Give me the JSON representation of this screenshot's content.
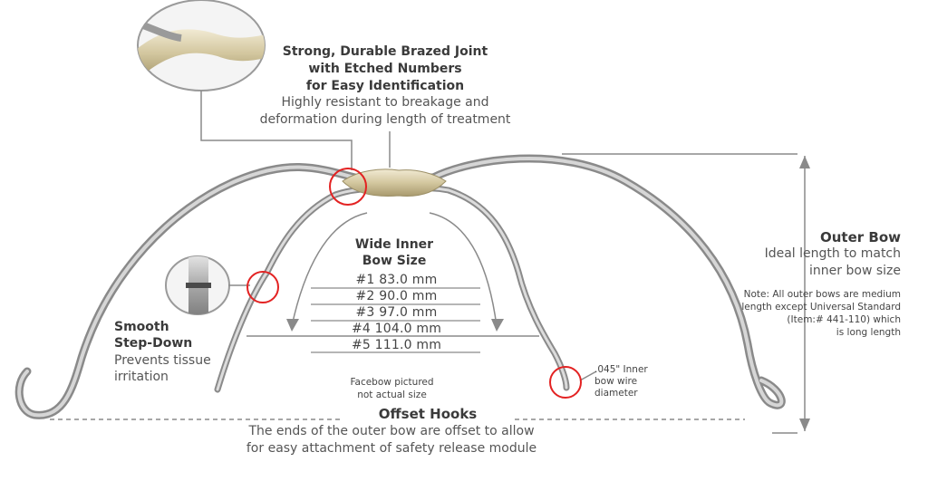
{
  "brazed_joint": {
    "title_lines": [
      "Strong, Durable Brazed Joint",
      "with Etched Numbers",
      "for Easy Identification"
    ],
    "desc_lines": [
      "Highly resistant to breakage and",
      "deformation during length of treatment"
    ]
  },
  "outer_bow": {
    "title": "Outer Bow",
    "desc_lines": [
      "Ideal length to match",
      "inner bow size"
    ],
    "note_lines": [
      "Note: All outer bows are medium",
      "length except Universal Standard",
      "(Item:# 441-110) which",
      "is long length"
    ]
  },
  "inner_bow": {
    "title_lines": [
      "Wide Inner",
      "Bow Size"
    ],
    "sizes": [
      "#1   83.0 mm",
      "#2   90.0 mm",
      "#3   97.0 mm",
      "#4  104.0 mm",
      "#5  111.0 mm"
    ]
  },
  "step_down": {
    "title_lines": [
      "Smooth",
      "Step-Down"
    ],
    "desc_lines": [
      "Prevents tissue",
      "irritation"
    ]
  },
  "facebow_note": [
    "Facebow pictured",
    "not actual size"
  ],
  "wire_note": [
    ".045\" Inner",
    "bow wire",
    "diameter"
  ],
  "offset_hooks": {
    "title": "Offset Hooks",
    "desc_lines": [
      "The ends of the outer bow are offset to allow",
      "for easy attachment of safety release module"
    ]
  },
  "colors": {
    "callout_circle": "#e32222",
    "leader_line": "#8a8a8a",
    "wire": "#b8b8b8",
    "brass": "#d9cfae"
  }
}
